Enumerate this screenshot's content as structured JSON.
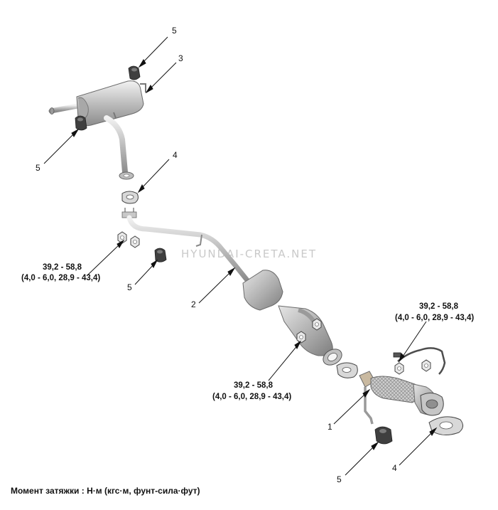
{
  "callouts": {
    "c1": "1",
    "c2": "2",
    "c3": "3",
    "c4_upper": "4",
    "c4_lower": "4",
    "c5_top": "5",
    "c5_left": "5",
    "c5_mid": "5",
    "c5_bottom": "5"
  },
  "torque": {
    "left_value": "39,2 - 58,8",
    "left_conv": "(4,0 - 6,0, 28,9 - 43,4)",
    "center_value": "39,2 - 58,8",
    "center_conv": "(4,0 - 6,0, 28,9 - 43,4)",
    "right_value": "39,2 - 58,8",
    "right_conv": "(4,0 - 6,0, 28,9 - 43,4)"
  },
  "watermark": "HYUNDAI-CRETA.NET",
  "footer": "Момент затяжки : Н·м (кгс·м, фунт-сила·фут)"
}
